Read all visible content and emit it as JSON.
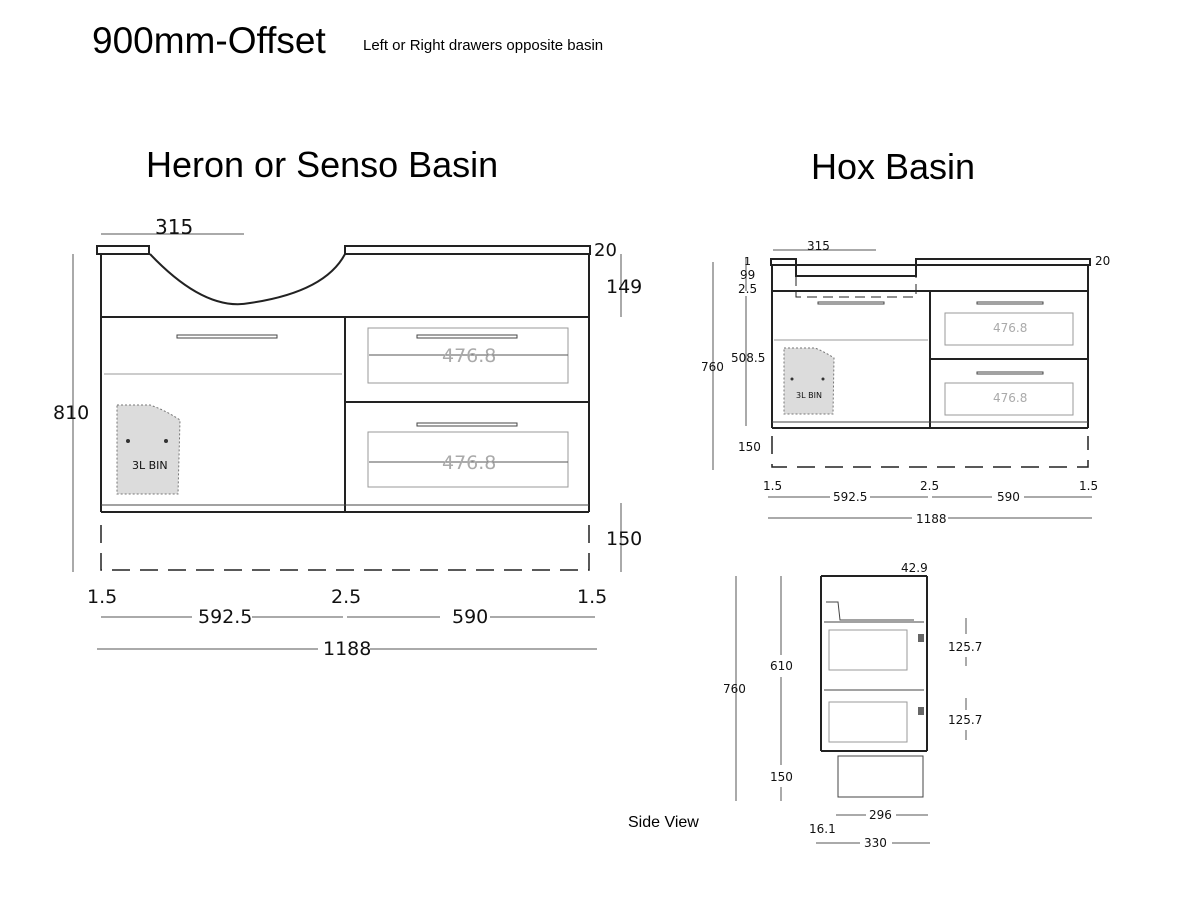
{
  "header": {
    "title": "900mm-Offset",
    "subtitle": "Left or Right drawers opposite basin"
  },
  "left_view": {
    "title": "Heron or Senso Basin",
    "dims": {
      "basin_offset": "315",
      "top_thickness": "20",
      "basin_depth": "149",
      "total_height": "810",
      "plinth": "150",
      "drawer_width_1": "476.8",
      "drawer_width_2": "476.8",
      "bin": "3L BIN",
      "side_left": "1.5",
      "mid_gap": "2.5",
      "side_right": "1.5",
      "left_section": "592.5",
      "right_section": "590",
      "overall": "1188"
    }
  },
  "right_view": {
    "title": "Hox Basin",
    "dims": {
      "basin_offset": "315",
      "top_thickness": "20",
      "gap_1": "1",
      "basin_depth": "99",
      "basin_gap": "2.5",
      "door_height": "508.5",
      "total_height": "760",
      "plinth": "150",
      "drawer_width_1": "476.8",
      "drawer_width_2": "476.8",
      "bin": "3L BIN",
      "side_left": "1.5",
      "mid_gap": "2.5",
      "side_right": "1.5",
      "left_section": "592.5",
      "right_section": "590",
      "overall": "1188"
    }
  },
  "side_view": {
    "label": "Side View",
    "dims": {
      "top": "42.9",
      "cabinet_height": "610",
      "total_height": "760",
      "plinth": "150",
      "drawer_1": "125.7",
      "drawer_2": "125.7",
      "base_width": "296",
      "setback": "16.1",
      "overall_depth": "330"
    }
  }
}
